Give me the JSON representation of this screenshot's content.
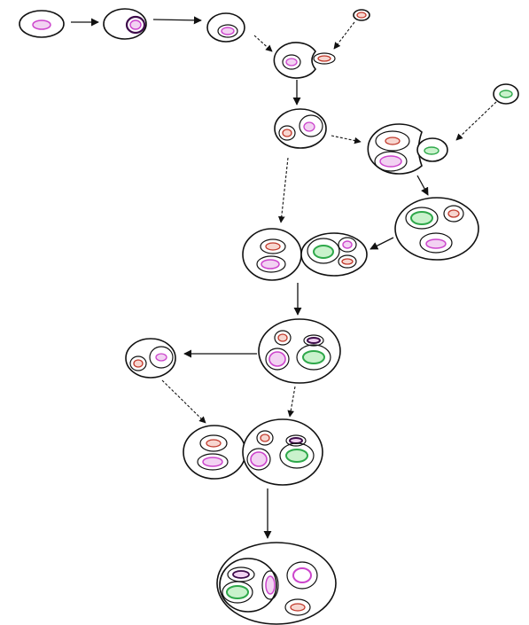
{
  "colors": {
    "background": "#ffffff",
    "outline": "#111111",
    "magenta": "#cc44cc",
    "magenta_fill": "#f2d2f2",
    "red": "#c0392b",
    "red_fill": "#f7d6d0",
    "green": "#2ea84a",
    "green_fill": "#c9f2cc",
    "purple": "#3d0b4a"
  },
  "symbiont_kinds": [
    "magenta",
    "red",
    "green",
    "purple"
  ],
  "legend": "none"
}
